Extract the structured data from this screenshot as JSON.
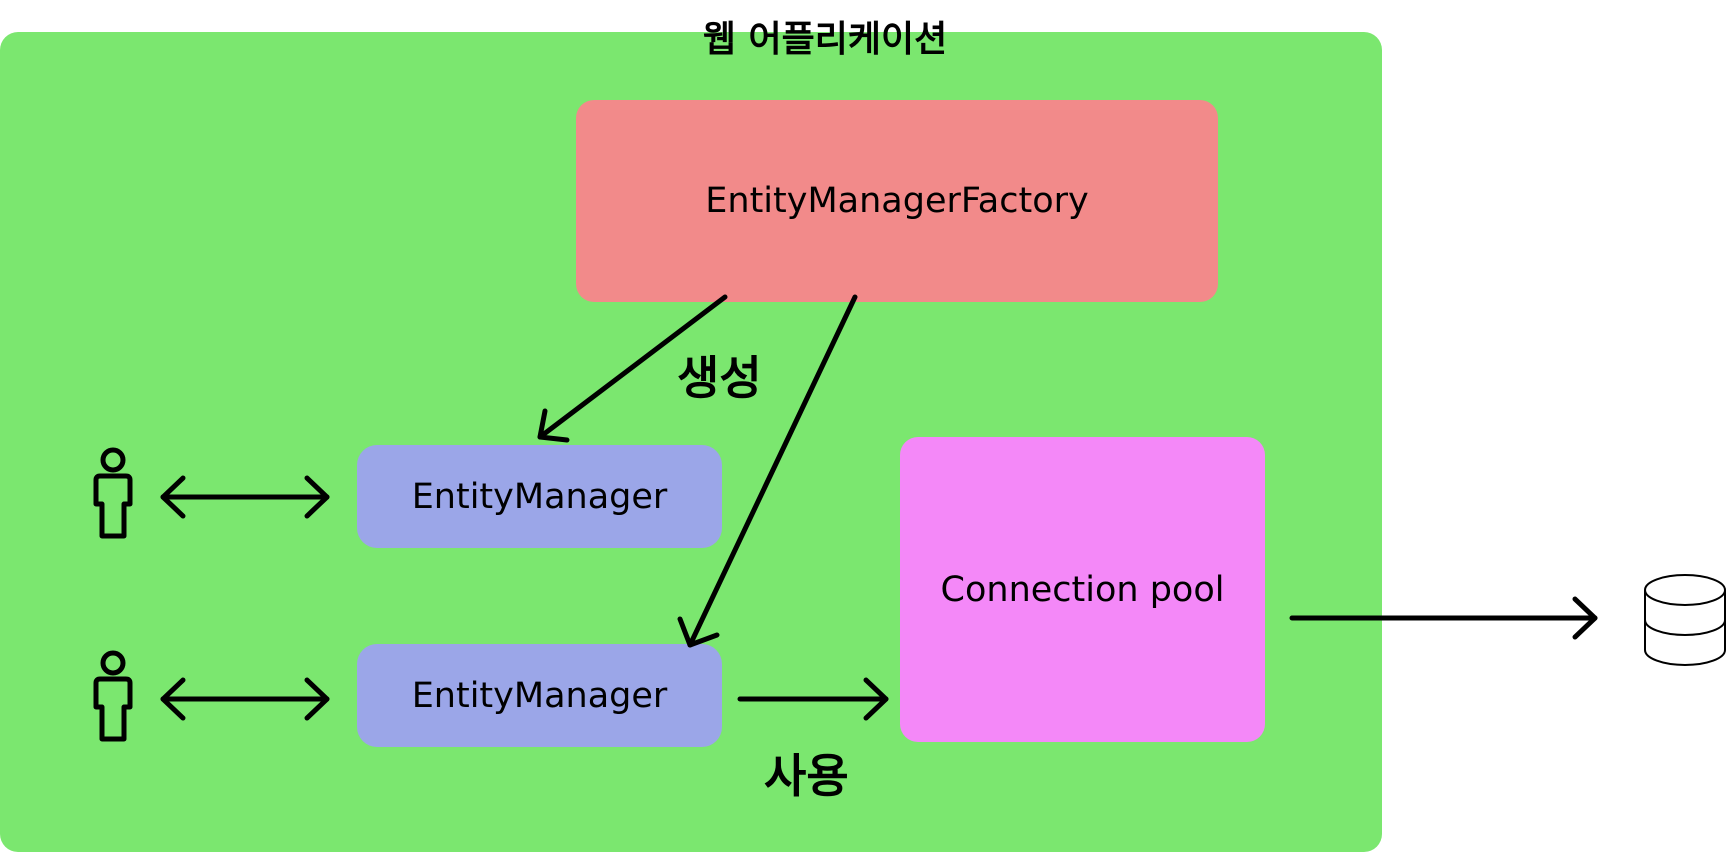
{
  "diagram": {
    "container_title": "웹 어플리케이션",
    "nodes": {
      "emf": "EntityManagerFactory",
      "em1": "EntityManager",
      "em2": "EntityManager",
      "pool": "Connection pool"
    },
    "edge_labels": {
      "create": "생성",
      "use": "사용"
    },
    "icons": {
      "user": "user-icon",
      "database": "database-icon"
    },
    "colors": {
      "container": "#7be76f",
      "emf": "#f28a8a",
      "em": "#9ba6e8",
      "pool": "#f488f8"
    }
  }
}
